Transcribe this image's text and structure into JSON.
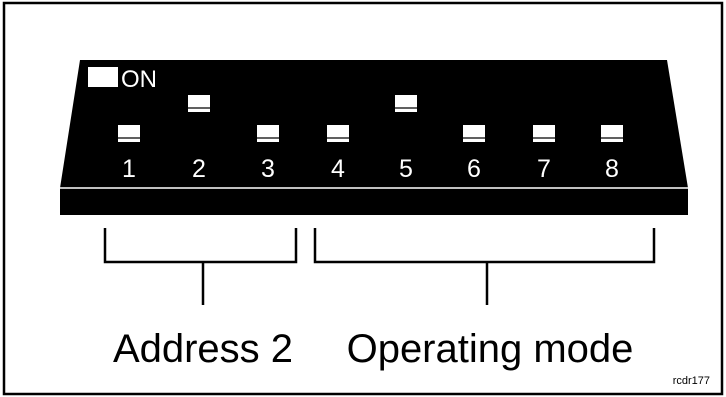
{
  "switch_block": {
    "on_label": "ON",
    "switches": [
      {
        "number": "1",
        "on": false
      },
      {
        "number": "2",
        "on": true
      },
      {
        "number": "3",
        "on": false
      },
      {
        "number": "4",
        "on": false
      },
      {
        "number": "5",
        "on": true
      },
      {
        "number": "6",
        "on": false
      },
      {
        "number": "7",
        "on": false
      },
      {
        "number": "8",
        "on": false
      }
    ]
  },
  "groups": {
    "address": "Address 2",
    "operating": "Operating mode"
  },
  "figure_code": "rcdr177",
  "colors": {
    "body": "#000000",
    "slider": "#ffffff",
    "frame": "#000000",
    "bracket": "#000000"
  }
}
